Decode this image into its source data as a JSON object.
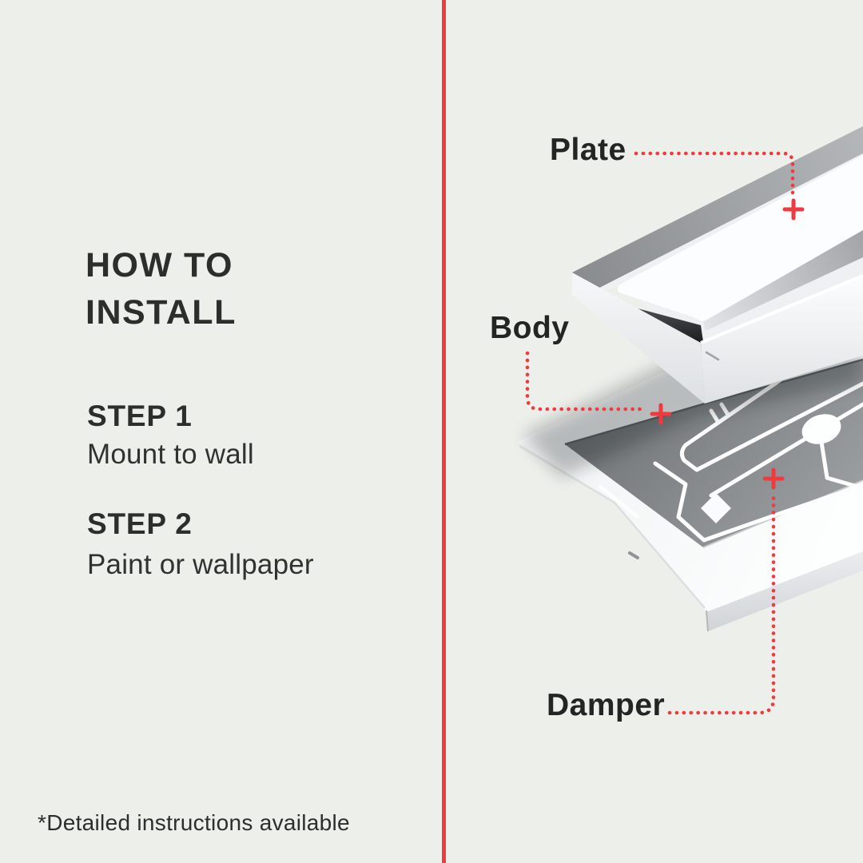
{
  "theme": {
    "background": "#edefeb",
    "text_color": "#2c2e2b",
    "accent_red": "#ef3a3f",
    "product_gray": "#84878a",
    "product_white": "#fbfcfd"
  },
  "left_panel": {
    "title_line1": "HOW TO",
    "title_line2": "INSTALL",
    "steps": [
      {
        "label": "STEP 1",
        "description": "Mount to wall"
      },
      {
        "label": "STEP 2",
        "description": "Paint or wallpaper"
      }
    ],
    "footnote": "*Detailed instructions available"
  },
  "diagram": {
    "labels": {
      "plate": "Plate",
      "body": "Body",
      "damper": "Damper"
    },
    "markers": [
      "plus-marker-plate",
      "plus-marker-body",
      "plus-marker-damper"
    ]
  }
}
